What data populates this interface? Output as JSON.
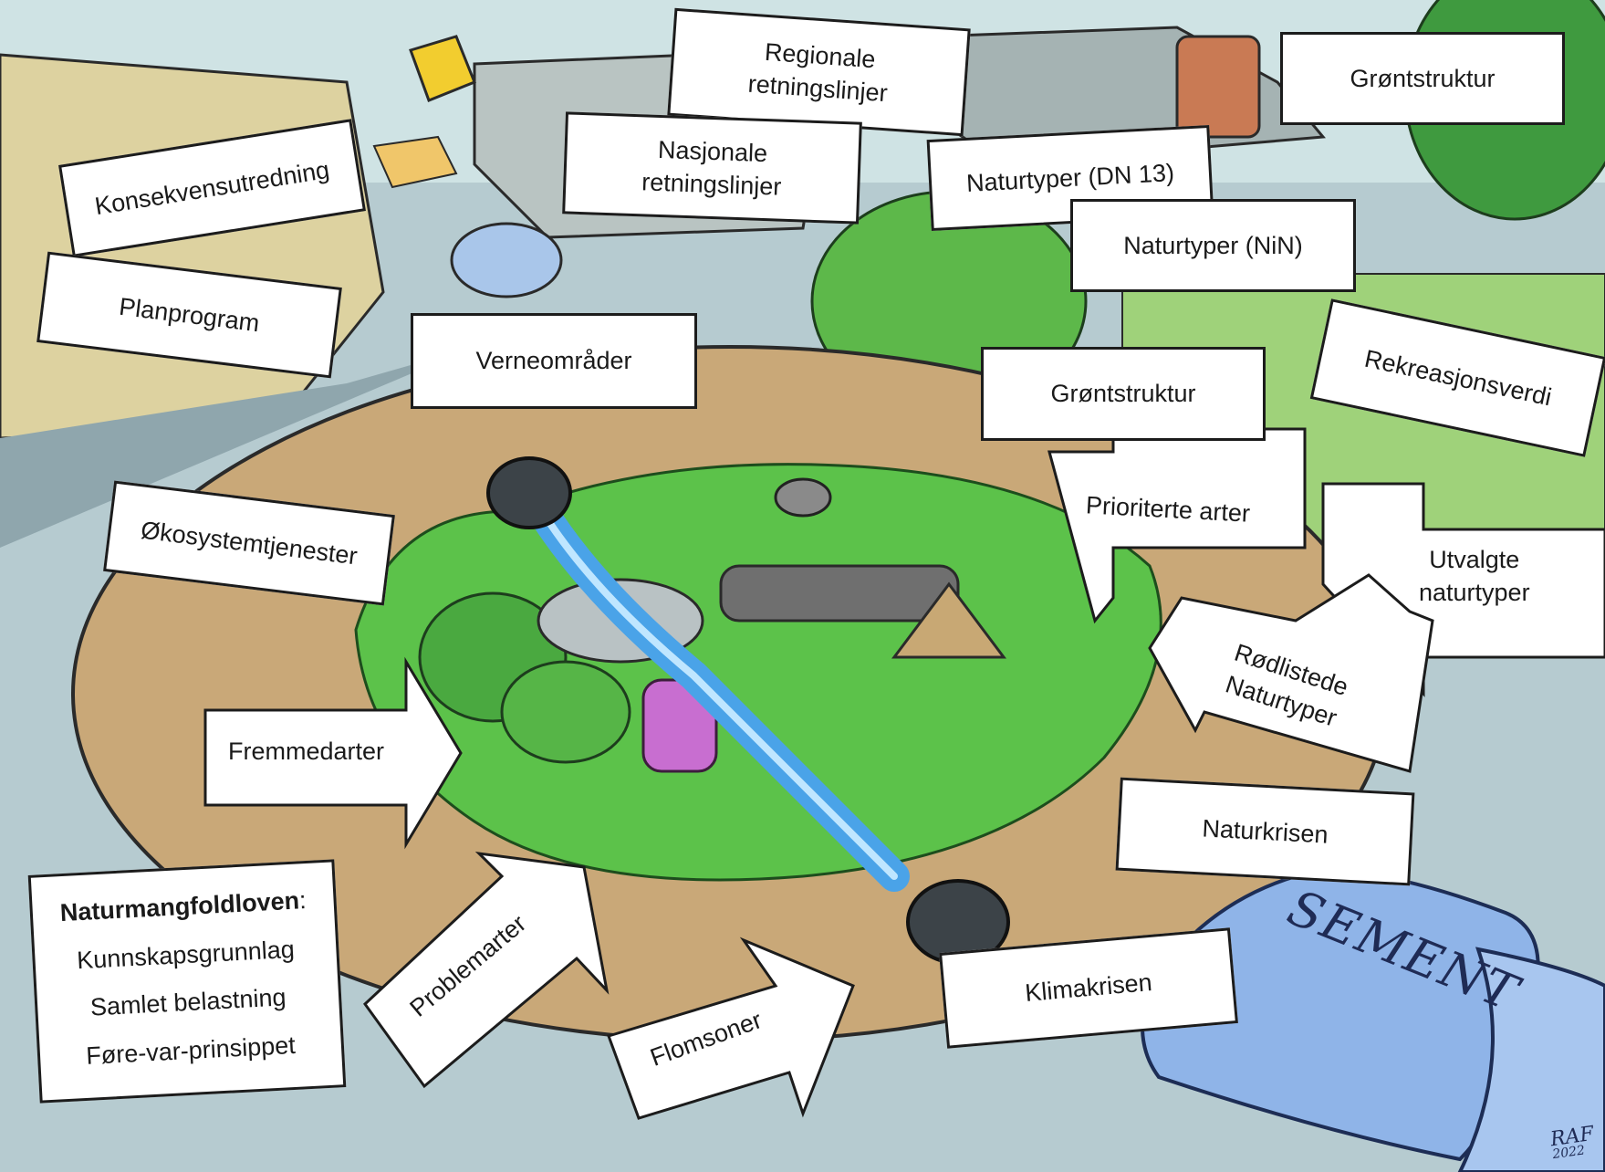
{
  "labels": {
    "regionale": {
      "line1": "Regionale",
      "line2": "retningslinjer"
    },
    "gronnstruktur_top": "Grøntstruktur",
    "konsekvens": "Konsekvensutredning",
    "nasjonale": {
      "line1": "Nasjonale",
      "line2": "retningslinjer"
    },
    "naturtyper_dn13": "Naturtyper (DN 13)",
    "naturtyper_nin": "Naturtyper (NiN)",
    "planprogram": "Planprogram",
    "verneomrader": "Verneområder",
    "gronnstruktur_mid": "Grøntstruktur",
    "rekreasjon": "Rekreasjonsverdi",
    "okosystem": "Økosystemtjenester",
    "naturkrisen": "Naturkrisen",
    "klimakrisen": "Klimakrisen",
    "rodlistede": {
      "line1": "Rødlistede",
      "line2": "Naturtyper"
    }
  },
  "arrows": {
    "prioriterte": "Prioriterte arter",
    "utvalgte": {
      "line1": "Utvalgte",
      "line2": "naturtyper"
    },
    "fremmedarter": "Fremmedarter",
    "problemarter": "Problemarter",
    "flomsoner": "Flomsoner"
  },
  "law_box": {
    "title": "Naturmangfoldloven",
    "items": [
      "Kunnskapsgrunnlag",
      "Samlet belastning",
      "Føre-var-prinsippet"
    ]
  },
  "illustration": {
    "bag_text": "SEMENT",
    "signature_line1": "RAF",
    "signature_line2": "2022"
  },
  "colors": {
    "ground": "#c9a878",
    "grass": "#5cc24a",
    "water": "#4aa3e8",
    "road": "#8fa6ad",
    "sky": "#cfe3e4",
    "bag": "#8fb4e8"
  }
}
